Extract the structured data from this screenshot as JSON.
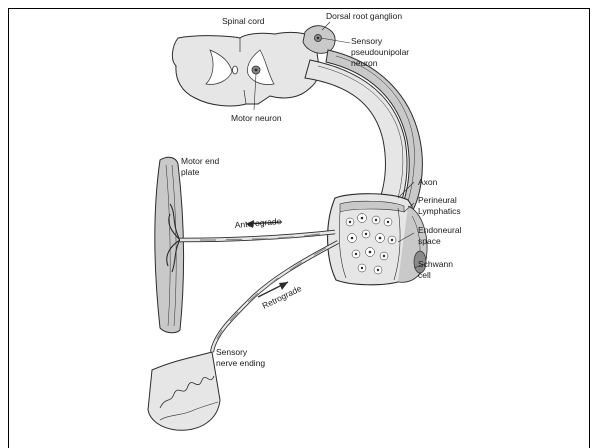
{
  "labels": {
    "spinal_cord": "Spinal cord",
    "dorsal_root_ganglion": "Dorsal root ganglion",
    "sensory_neuron": [
      "Sensory",
      "pseudounipolar",
      "neuron"
    ],
    "motor_neuron": "Motor neuron",
    "motor_end_plate": [
      "Motor end",
      "plate"
    ],
    "axon": "Axon",
    "perineural_lymphatics": [
      "Perineural",
      "Lymphatics"
    ],
    "endoneural_space": [
      "Endoneural",
      "space"
    ],
    "schwann_cell": [
      "Schwann",
      "cell"
    ],
    "anterograde": "Anterograde",
    "retrograde": "Retrograde",
    "sensory_ending": [
      "Sensory",
      "nerve ending"
    ]
  },
  "colors": {
    "line": "#2b2b2b",
    "fill_light": "#e6e6e6",
    "fill_mid": "#c9c9c9",
    "fill_dark": "#8a8a8a",
    "background": "#ffffff",
    "frame": "#000000"
  }
}
